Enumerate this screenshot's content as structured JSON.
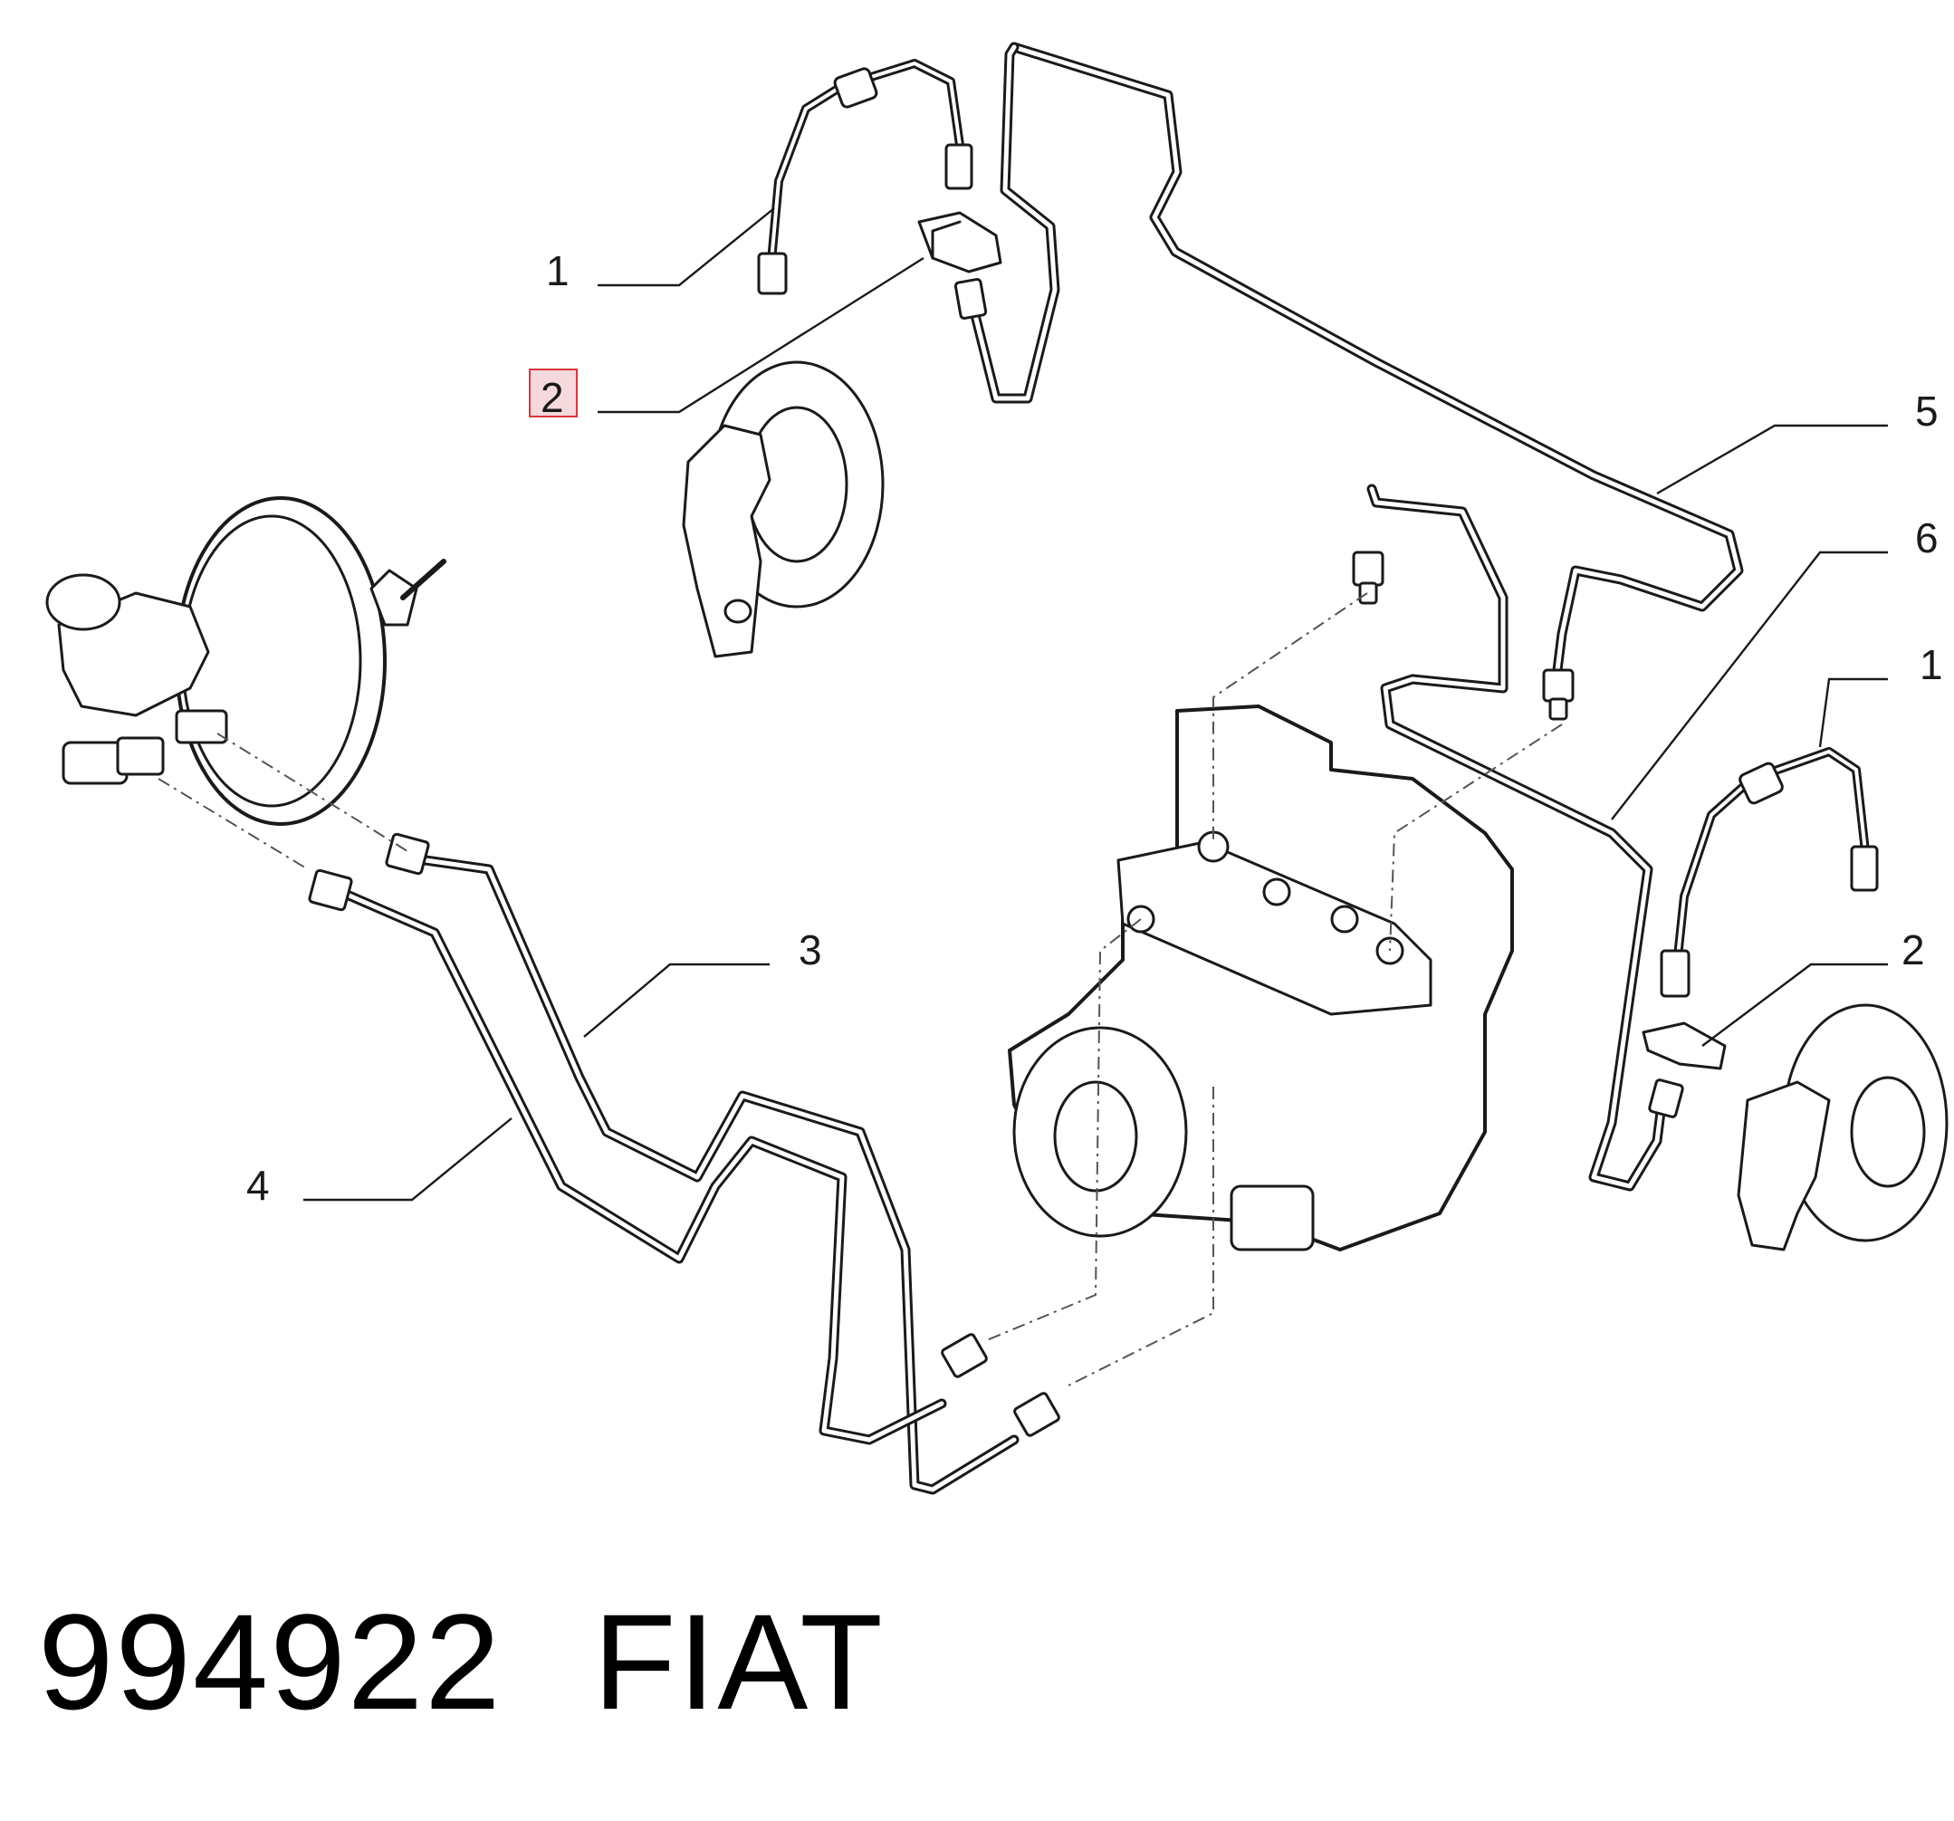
{
  "callouts": [
    {
      "id": "c1-top",
      "label": "1",
      "highlighted": false
    },
    {
      "id": "c2-top",
      "label": "2",
      "highlighted": true
    },
    {
      "id": "c5",
      "label": "5",
      "highlighted": false
    },
    {
      "id": "c6",
      "label": "6",
      "highlighted": false
    },
    {
      "id": "c1-right",
      "label": "1",
      "highlighted": false
    },
    {
      "id": "c2-right",
      "label": "2",
      "highlighted": false
    },
    {
      "id": "c3",
      "label": "3",
      "highlighted": false
    },
    {
      "id": "c4",
      "label": "4",
      "highlighted": false
    }
  ],
  "footer": {
    "part_number": "994922",
    "brand": "FIAT"
  },
  "colors": {
    "line": "#1a1a1a",
    "highlight_fill": "#f5d9dc",
    "highlight_stroke": "#d9363e"
  }
}
